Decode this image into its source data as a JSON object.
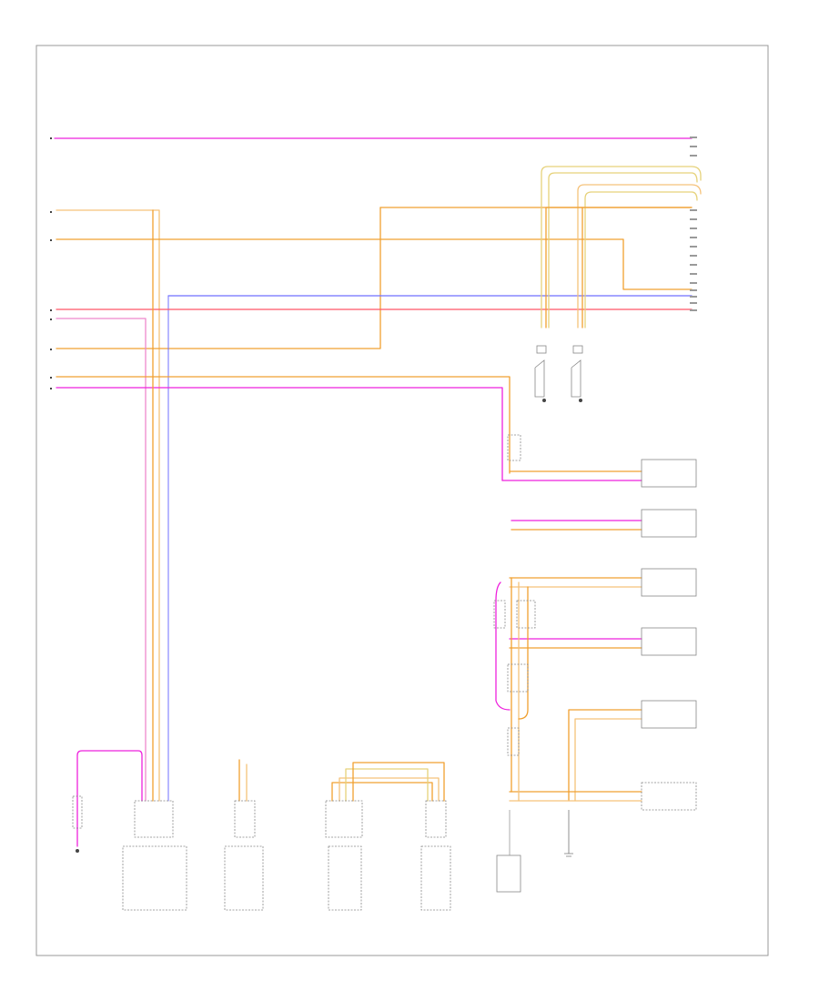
{
  "frame_id": "",
  "colors": {
    "pink": "#ee22dd",
    "orange": "#f0a030",
    "light_orange": "#f5c27a",
    "red": "#ff5566",
    "blue": "#6f6fff",
    "yellow": "#e6d27a",
    "gray": "#999999",
    "frame": "#888888"
  },
  "components": [
    {
      "id": "c1",
      "label": ""
    },
    {
      "id": "c2",
      "label": ""
    },
    {
      "id": "c3",
      "label": ""
    },
    {
      "id": "c4",
      "label": ""
    },
    {
      "id": "c5",
      "label": ""
    },
    {
      "id": "c6",
      "label": ""
    },
    {
      "id": "c7",
      "label": ""
    },
    {
      "id": "c8",
      "label": ""
    },
    {
      "id": "c9",
      "label": ""
    },
    {
      "id": "c10",
      "label": ""
    },
    {
      "id": "c11",
      "label": ""
    },
    {
      "id": "c12",
      "label": ""
    },
    {
      "id": "c13",
      "label": ""
    },
    {
      "id": "c14",
      "label": ""
    },
    {
      "id": "c15",
      "label": ""
    }
  ]
}
